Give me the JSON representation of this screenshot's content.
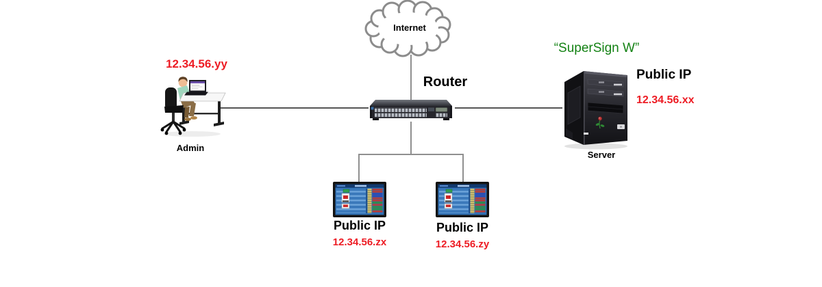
{
  "diagram": {
    "internet": {
      "label": "Internet"
    },
    "router": {
      "label": "Router"
    },
    "admin": {
      "ip": "12.34.56.yy",
      "label": "Admin"
    },
    "server": {
      "name": "“SuperSign W”",
      "public_ip_label": "Public IP",
      "ip": "12.34.56.xx",
      "label": "Server"
    },
    "displays": [
      {
        "public_ip_label": "Public IP",
        "ip": "12.34.56.zx"
      },
      {
        "public_ip_label": "Public IP",
        "ip": "12.34.56.zy"
      }
    ],
    "icons": {
      "internet": "cloud-icon",
      "router": "rack-switch-icon",
      "admin": "person-at-desk-icon",
      "server": "tower-pc-icon",
      "displays": "signage-screen-icon"
    },
    "colors": {
      "ip_text": "#ed1c24",
      "server_name_text": "#148214",
      "label_text": "#000000",
      "link_device": "#555555",
      "link_bus": "#8f8f8f"
    }
  }
}
